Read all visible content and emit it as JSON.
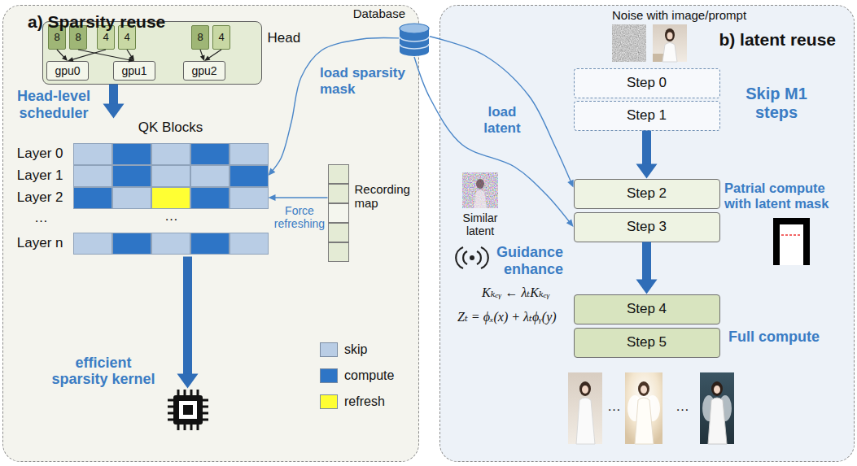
{
  "diagram": {
    "nodes": [
      {
        "text": [
          "a) Sparsity reuse"
        ]
      },
      {
        "text": [
          "Head"
        ],
        "in": 0
      },
      {
        "text": [
          "8"
        ],
        "in": 1
      },
      {
        "text": [
          "8"
        ],
        "in": 1
      },
      {
        "text": [
          "4"
        ],
        "in": 1
      },
      {
        "text": [
          "4"
        ],
        "in": 1
      },
      {
        "text": [
          "8"
        ],
        "in": 1
      },
      {
        "text": [
          "4"
        ],
        "in": 1
      },
      {
        "text": [
          "gpu0"
        ],
        "in": 1
      },
      {
        "text": [
          "gpu1"
        ],
        "in": 1
      },
      {
        "text": [
          "gpu2"
        ],
        "in": 1
      },
      {
        "text": [
          "QK Blocks"
        ],
        "in": 0
      },
      {
        "text": [
          "Layer 0"
        ],
        "in": 11
      },
      {
        "text": [
          "Layer 1"
        ],
        "in": 11
      },
      {
        "text": [
          "Layer 2"
        ],
        "in": 11
      },
      {
        "text": [
          "Layer n"
        ],
        "in": 11
      },
      {
        "text": [
          "Recording map"
        ],
        "in": 0
      },
      {
        "text": [
          "efficient sparsity kernel"
        ],
        "in": 0
      },
      {
        "text": [
          "Database"
        ]
      },
      {
        "text": [
          "b) latent reuse"
        ]
      },
      {
        "text": [
          "Step 0"
        ],
        "in": 19
      },
      {
        "text": [
          "Step 1"
        ],
        "in": 19
      },
      {
        "text": [
          "Step 2"
        ],
        "in": 19
      },
      {
        "text": [
          "Step 3"
        ],
        "in": 19
      },
      {
        "text": [
          "Step 4"
        ],
        "in": 19
      },
      {
        "text": [
          "Step 5"
        ],
        "in": 19
      }
    ],
    "edges": [
      {
        "from": 2,
        "to": 8,
        "arrow": "to"
      },
      {
        "from": 3,
        "to": 9,
        "arrow": "to"
      },
      {
        "from": 4,
        "to": 8,
        "arrow": "to"
      },
      {
        "from": 5,
        "to": 9,
        "arrow": "to"
      },
      {
        "from": 6,
        "to": 10,
        "arrow": "to"
      },
      {
        "from": 7,
        "to": 10,
        "arrow": "to"
      },
      {
        "from": 1,
        "to": 11,
        "arrow": "to"
      },
      {
        "from": 18,
        "to": 13,
        "label": "load sparsity mask",
        "arrow": "to"
      },
      {
        "from": 16,
        "to": 14,
        "label": "Force refreshing",
        "arrow": "to"
      },
      {
        "from": 11,
        "to": 17,
        "arrow": "to"
      },
      {
        "from": 18,
        "to": 22,
        "label": "load latent",
        "arrow": "to"
      },
      {
        "from": 18,
        "to": 23,
        "arrow": "to"
      },
      {
        "from": 21,
        "to": 22,
        "arrow": "to"
      },
      {
        "from": 23,
        "to": 24,
        "arrow": "to"
      }
    ],
    "labels": [
      "Head-level scheduler",
      "…",
      "…",
      "Noise with image/prompt",
      "Skip M1 steps",
      "Similar latent",
      "Patrial compute with latent mask",
      "Guidance enhance",
      "Kₖₑᵧ ← λₜKₖₑᵧ",
      "Zₜ = ϕₓ(x) + λₜϕᵧ(y)",
      "Full compute",
      "…",
      "…"
    ],
    "legend": [
      {
        "text": "skip",
        "color": "#b9cde5"
      },
      {
        "text": "compute",
        "color": "#2e75c6"
      },
      {
        "text": "refresh",
        "color": "#ffff33"
      }
    ]
  }
}
